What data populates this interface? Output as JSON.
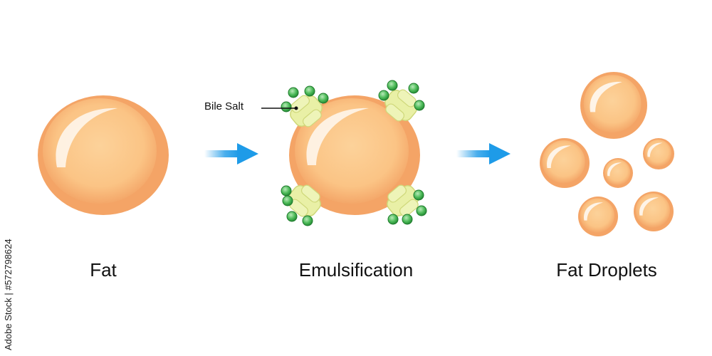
{
  "stages": {
    "fat": "Fat",
    "emulsification": "Emulsification",
    "fat_droplets": "Fat Droplets"
  },
  "annotations": {
    "bile_salt": "Bile Salt"
  },
  "watermark": "Adobe Stock | #572798624",
  "icons": [
    "fat-globule-icon",
    "arrow-right-icon",
    "bile-salt-cluster-icon",
    "fat-droplet-icon"
  ],
  "colors": {
    "fat_outer": "#f5a86a",
    "fat_inner": "#fbc98a",
    "arrow": "#1e9be8",
    "bile_salt_body": "#e9f0a6",
    "bile_salt_head": "#3fb04e"
  }
}
